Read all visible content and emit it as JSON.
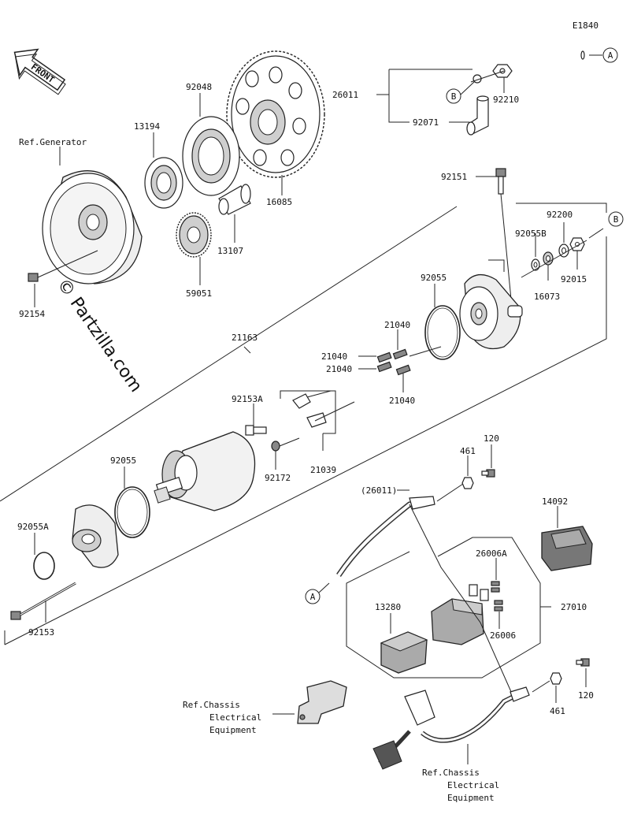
{
  "diagram": {
    "code": "E1840",
    "front_label": "FRONT",
    "watermark": "© Partzilla.com",
    "callouts": {
      "a": "A",
      "b": "B"
    },
    "labels": {
      "p26011": "26011",
      "p92210": "92210",
      "p92071": "92071",
      "p92048": "92048",
      "p13194": "13194",
      "ref_generator": "Ref.Generator",
      "p16085": "16085",
      "p13107": "13107",
      "p59051": "59051",
      "p92154": "92154",
      "p92151": "92151",
      "p92200": "92200",
      "p92055b": "92055B",
      "p92015": "92015",
      "p16073": "16073",
      "p92055_upper": "92055",
      "p21163": "21163",
      "p21040_a": "21040",
      "p21040_b": "21040",
      "p21040_c": "21040",
      "p21040_d": "21040",
      "p92153a": "92153A",
      "p92172": "92172",
      "p21039": "21039",
      "p92055_lower": "92055",
      "p92055a": "92055A",
      "p92153": "92153",
      "p120_upper": "120",
      "p461_upper": "461",
      "p26011_paren": "(26011)",
      "p14092": "14092",
      "p26006a": "26006A",
      "p13280": "13280",
      "p27010": "27010",
      "p26006": "26006",
      "p461_lower": "461",
      "p120_lower": "120",
      "ref_chassis_1_l1": "Ref.Chassis",
      "ref_chassis_1_l2": "Electrical",
      "ref_chassis_1_l3": "Equipment",
      "ref_chassis_2_l1": "Ref.Chassis",
      "ref_chassis_2_l2": "Electrical",
      "ref_chassis_2_l3": "Equipment"
    }
  }
}
